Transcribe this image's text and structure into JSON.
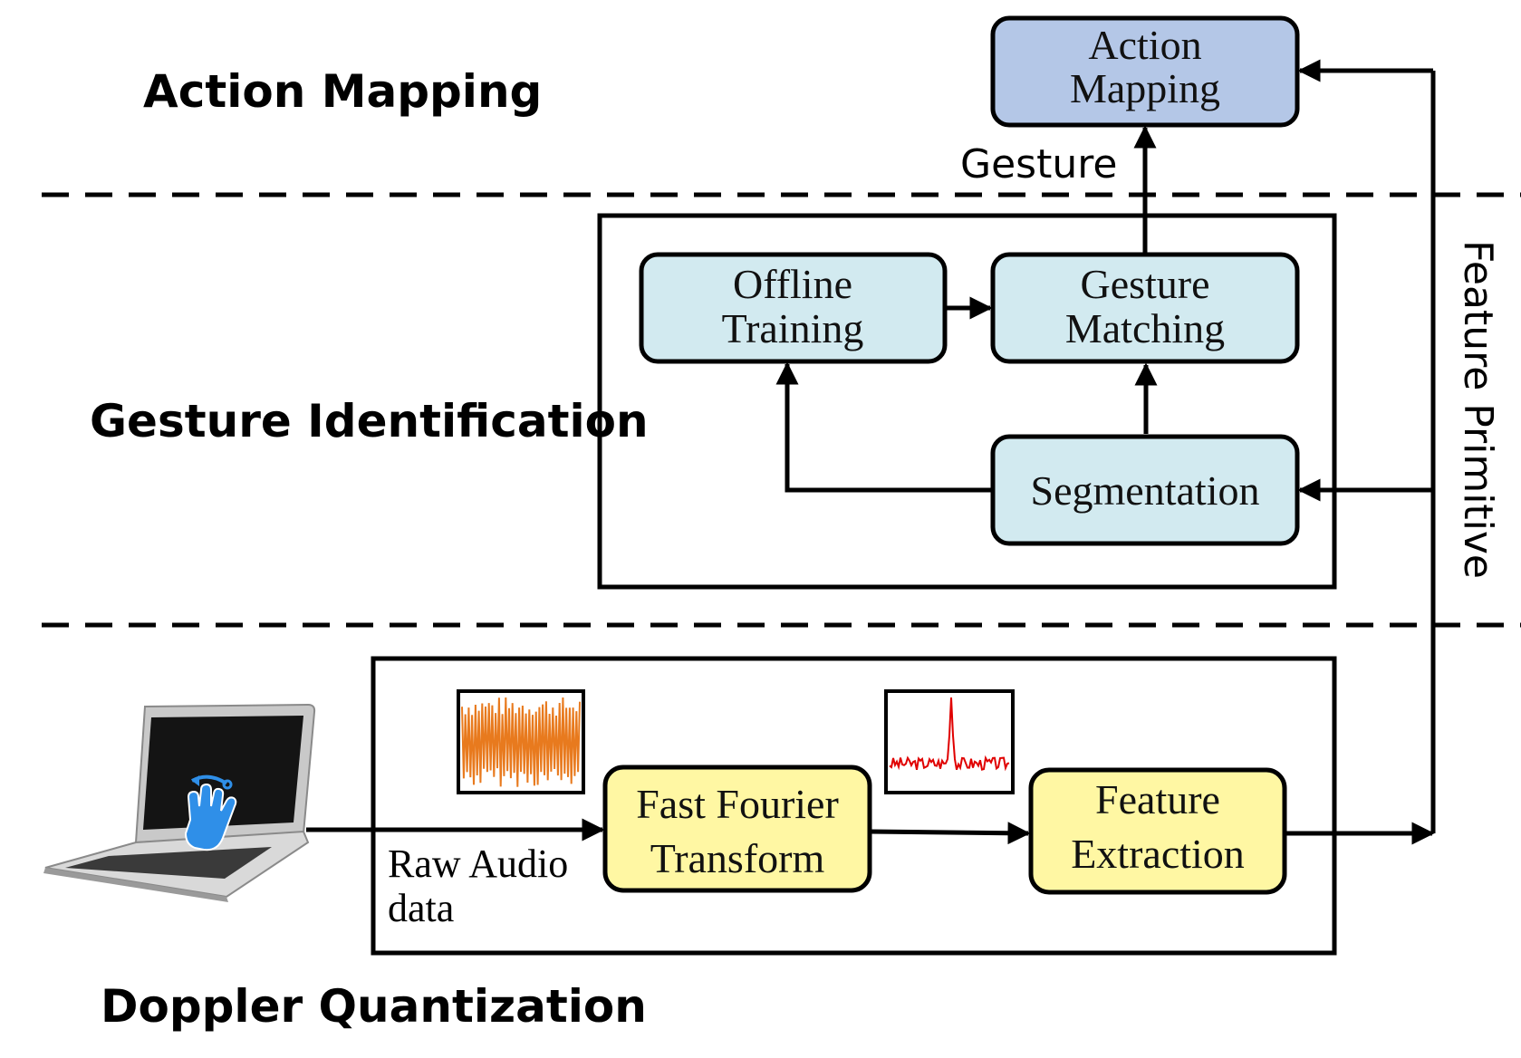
{
  "sections": {
    "action_mapping": "Action Mapping",
    "gesture_identification": "Gesture Identification",
    "doppler_quantization": "Doppler Quantization"
  },
  "boxes": {
    "action_mapping": [
      "Action",
      "Mapping"
    ],
    "offline_training": [
      "Offline",
      "Training"
    ],
    "gesture_matching": [
      "Gesture",
      "Matching"
    ],
    "segmentation": [
      "Segmentation"
    ],
    "fft": [
      "Fast Fourier",
      "Transform"
    ],
    "feature_extraction": [
      "Feature",
      "Extraction"
    ]
  },
  "labels": {
    "gesture": "Gesture",
    "feature_primitive": "Feature Primitive",
    "raw_audio": [
      "Raw Audio",
      "data"
    ]
  },
  "colors": {
    "action_box": "#b4c7e7",
    "identification_box": "#d2eaf0",
    "quantization_box": "#fff7a3",
    "waveform": "#e87a1e",
    "spectrum": "#e00000",
    "hand": "#2f8fe8"
  }
}
